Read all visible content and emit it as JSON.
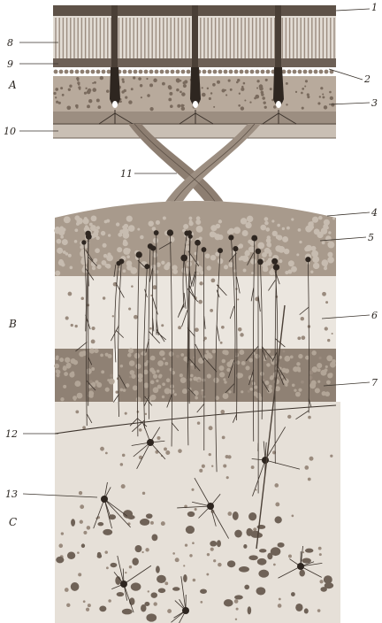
{
  "figure": {
    "layer_labels": [
      "1",
      "2",
      "3",
      "4",
      "5",
      "6",
      "7",
      "8",
      "9",
      "10",
      "11",
      "12",
      "13"
    ],
    "section_labels": [
      "A",
      "B",
      "C"
    ]
  },
  "colors": {
    "background": "#ffffff",
    "tissue_light": "#e8e3dc",
    "tissue_mid": "#a89a8c",
    "tissue_dark": "#5e5248",
    "cell_dark": "#3b322b",
    "ink": "#2a2520"
  }
}
